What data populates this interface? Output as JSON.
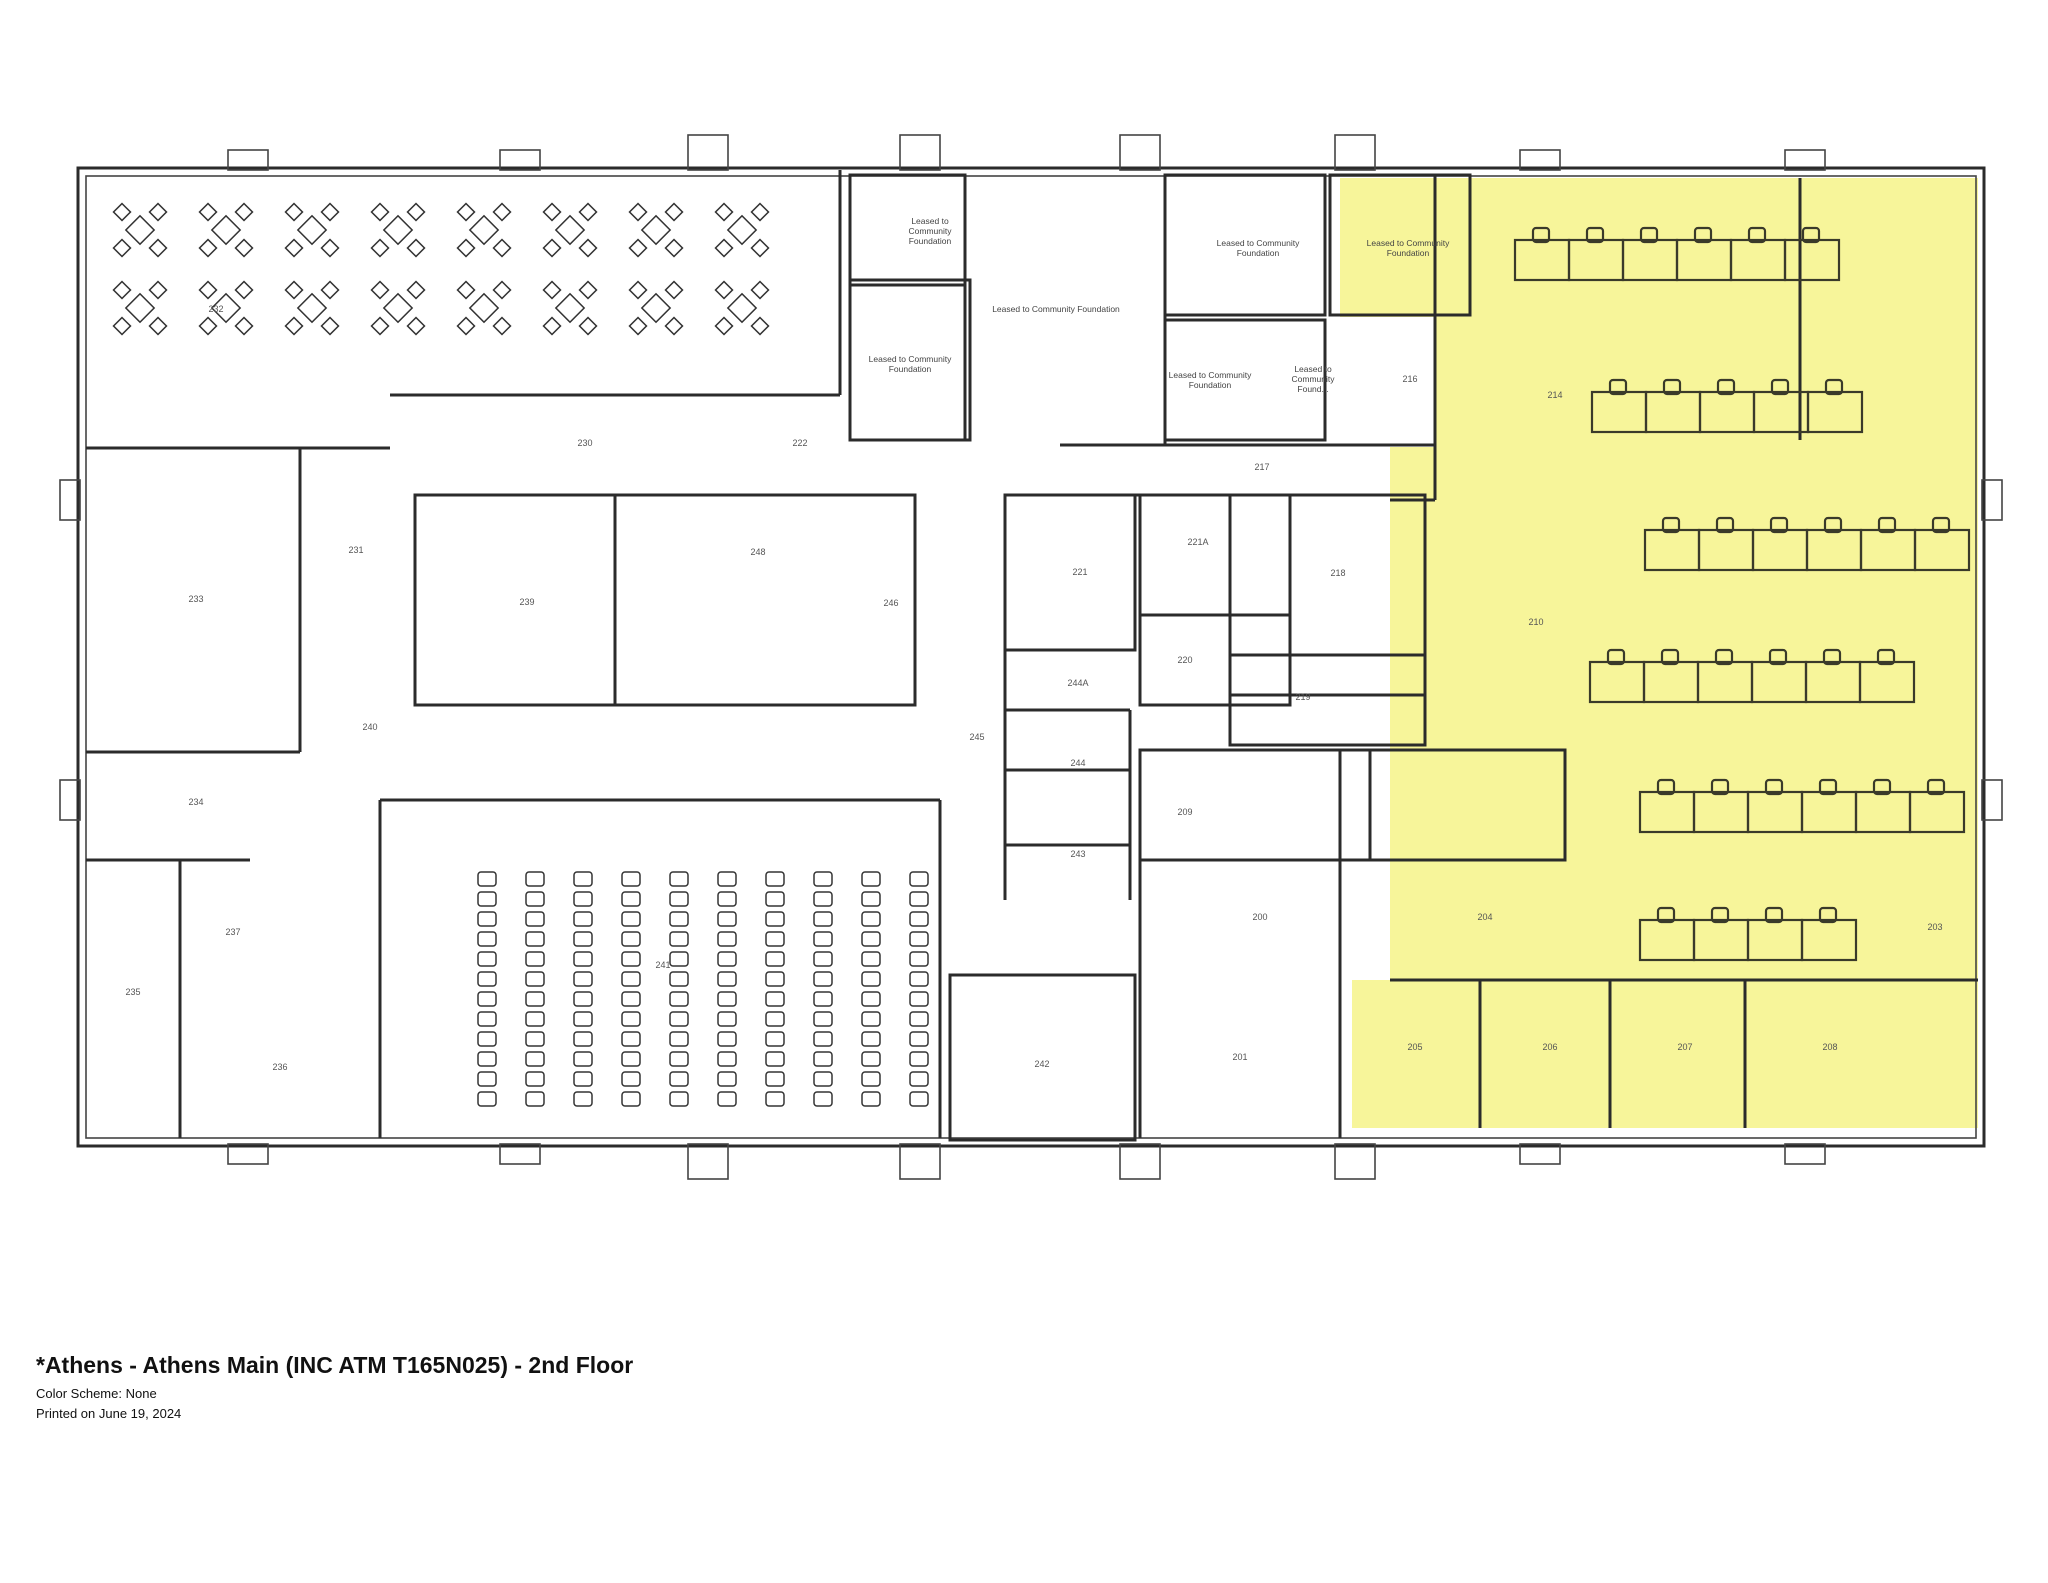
{
  "footer": {
    "title": "*Athens - Athens Main (INC ATM T165N025) - 2nd Floor",
    "color_scheme": "Color Scheme: None",
    "printed": "Printed on June 19, 2024"
  },
  "colors": {
    "highlight": "#f7f59a",
    "wall": "#2b2b2b",
    "background": "#ffffff"
  },
  "rooms": [
    {
      "id": "r200",
      "label": "200"
    },
    {
      "id": "r201",
      "label": "201"
    },
    {
      "id": "r203",
      "label": "203"
    },
    {
      "id": "r204",
      "label": "204"
    },
    {
      "id": "r205",
      "label": "205"
    },
    {
      "id": "r206",
      "label": "206"
    },
    {
      "id": "r207",
      "label": "207"
    },
    {
      "id": "r208",
      "label": "208"
    },
    {
      "id": "r209",
      "label": "209"
    },
    {
      "id": "r210",
      "label": "210"
    },
    {
      "id": "r214",
      "label": "214"
    },
    {
      "id": "r216",
      "label": "216"
    },
    {
      "id": "r217",
      "label": "217"
    },
    {
      "id": "r218",
      "label": "218"
    },
    {
      "id": "r219",
      "label": "219"
    },
    {
      "id": "r220",
      "label": "220"
    },
    {
      "id": "r221",
      "label": "221"
    },
    {
      "id": "r221a",
      "label": "221A"
    },
    {
      "id": "r222",
      "label": "222"
    },
    {
      "id": "r230",
      "label": "230"
    },
    {
      "id": "r231",
      "label": "231"
    },
    {
      "id": "r232",
      "label": "232"
    },
    {
      "id": "r233",
      "label": "233"
    },
    {
      "id": "r234",
      "label": "234"
    },
    {
      "id": "r235",
      "label": "235"
    },
    {
      "id": "r236",
      "label": "236"
    },
    {
      "id": "r237",
      "label": "237"
    },
    {
      "id": "r239",
      "label": "239"
    },
    {
      "id": "r240",
      "label": "240"
    },
    {
      "id": "r241",
      "label": "241"
    },
    {
      "id": "r242",
      "label": "242"
    },
    {
      "id": "r243",
      "label": "243"
    },
    {
      "id": "r244",
      "label": "244"
    },
    {
      "id": "r244a",
      "label": "244A"
    },
    {
      "id": "r245",
      "label": "245"
    },
    {
      "id": "r246",
      "label": "246"
    },
    {
      "id": "r248",
      "label": "248"
    }
  ],
  "lease_labels": {
    "l1": [
      "Leased to",
      "Community",
      "Foundation"
    ],
    "l2": [
      "Leased to Community Foundation"
    ],
    "l3": [
      "Leased to Community",
      "Foundation"
    ],
    "l4": [
      "Leased to Community",
      "Foundation"
    ],
    "l5": [
      "Leased to Community",
      "Foundation"
    ],
    "l6": [
      "Leased to Community",
      "Foundation"
    ],
    "l7": [
      "Leased to",
      "Community",
      "Found..."
    ]
  }
}
